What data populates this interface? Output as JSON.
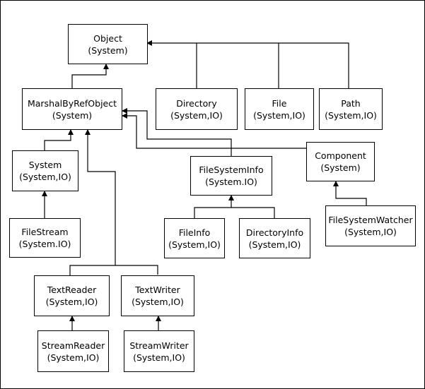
{
  "nodes": {
    "object": {
      "name": "Object",
      "ns": "(System)"
    },
    "marshal": {
      "name": "MarshalByRefObject",
      "ns": "(System)"
    },
    "directory": {
      "name": "Directory",
      "ns": "(System,IO)"
    },
    "file": {
      "name": "File",
      "ns": "(System,IO)"
    },
    "path": {
      "name": "Path",
      "ns": "(System,IO)"
    },
    "system": {
      "name": "System",
      "ns": "(System,IO)"
    },
    "filesysteminfo": {
      "name": "FileSystemInfo",
      "ns": "(System.IO)"
    },
    "component": {
      "name": "Component",
      "ns": "(System)"
    },
    "filestream": {
      "name": "FileStream",
      "ns": "(System.IO)"
    },
    "fileinfo": {
      "name": "FileInfo",
      "ns": "(System,IO)"
    },
    "directoryinfo": {
      "name": "DirectoryInfo",
      "ns": "(System,IO)"
    },
    "filesystemwatcher": {
      "name": "FileSystemWatcher",
      "ns": "(System,IO)"
    },
    "textreader": {
      "name": "TextReader",
      "ns": "(System,IO)"
    },
    "textwriter": {
      "name": "TextWriter",
      "ns": "(System,IO)"
    },
    "streamreader": {
      "name": "StreamReader",
      "ns": "(System,IO)"
    },
    "streamwriter": {
      "name": "StreamWriter",
      "ns": "(System,IO)"
    }
  }
}
